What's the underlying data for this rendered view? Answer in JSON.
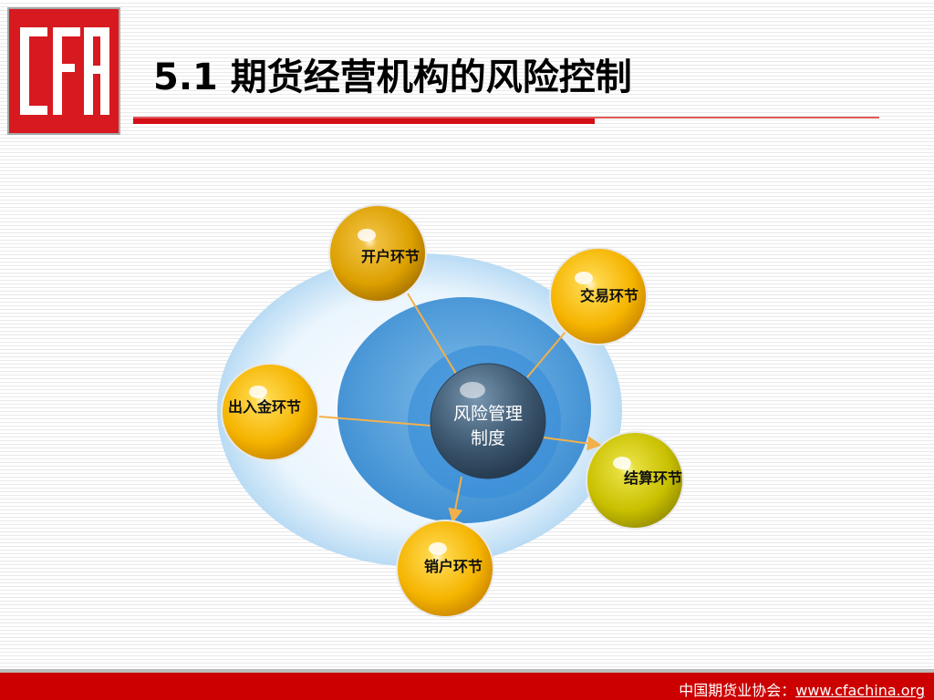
{
  "header": {
    "logo_text": "CFA",
    "title": "5.1 期货经营机构的风险控制"
  },
  "diagram": {
    "center": {
      "line1": "风险管理",
      "line2": "制度"
    },
    "nodes": {
      "account_opening": "开户环节",
      "trading": "交易环节",
      "funds": "出入金环节",
      "settlement": "结算环节",
      "account_closing": "销户环节"
    }
  },
  "footer": {
    "org": "中国期货业协会：",
    "url": "www.cfachina.org"
  },
  "colors": {
    "brand_red": "#d40f17",
    "node_orange": "#f5b400",
    "node_olive": "#c9c000",
    "center_dark": "#34495e"
  }
}
